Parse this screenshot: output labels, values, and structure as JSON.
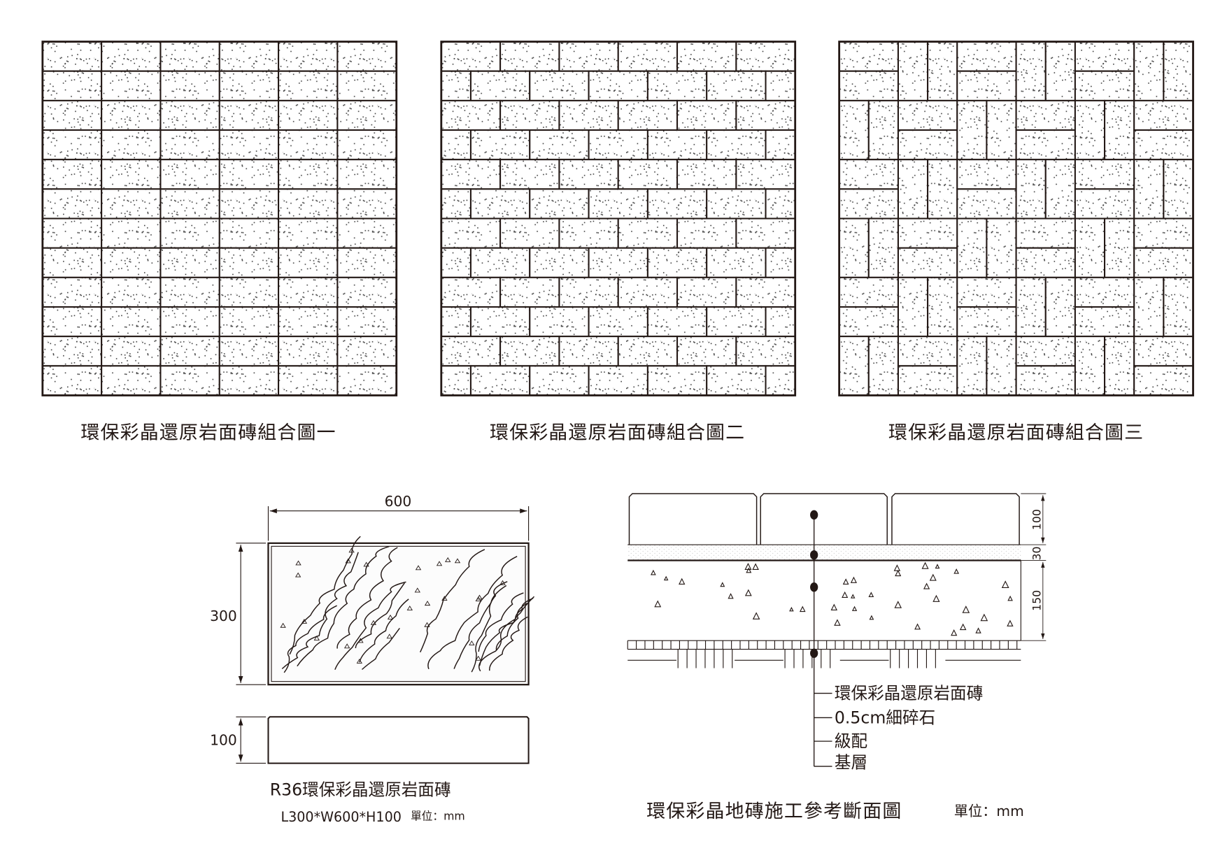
{
  "patterns": {
    "captions": [
      "環保彩晶還原岩面磚組合圖一",
      "環保彩晶還原岩面磚組合圖二",
      "環保彩晶還原岩面磚組合圖三"
    ]
  },
  "tile_drawing": {
    "width_label": "600",
    "length_label": "300",
    "height_label": "100",
    "title": "R36環保彩晶還原岩面磚",
    "spec": "L300*W600*H100",
    "unit": "單位：mm"
  },
  "section": {
    "dims": [
      "100",
      "30",
      "150"
    ],
    "layers": [
      "環保彩晶還原岩面磚",
      "0.5cm細碎石",
      "級配",
      "基層"
    ],
    "title": "環保彩晶地磚施工參考斷面圖",
    "unit": "單位：mm"
  },
  "colors": {
    "line": "#231815",
    "speckle": "#3a3a3a"
  }
}
